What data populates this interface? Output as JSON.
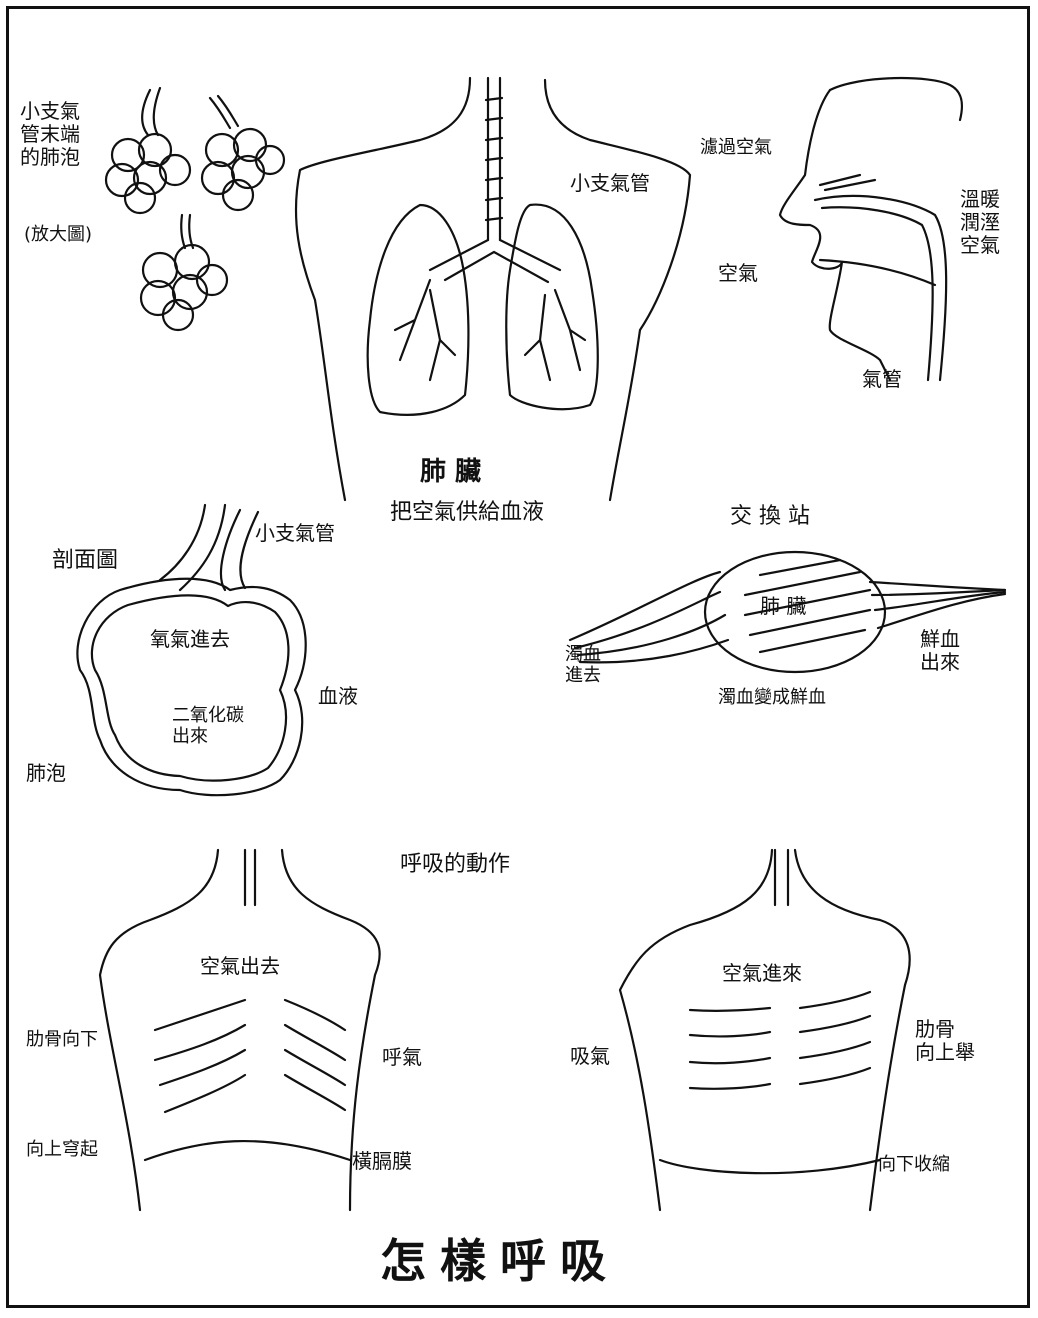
{
  "title": "怎樣呼吸",
  "alveoli_panel": {
    "caption_lines": [
      "小支氣",
      "管末端",
      "的肺泡"
    ],
    "caption_note": "(放大圖)"
  },
  "lungs_panel": {
    "bronchiole_label": "小支氣管",
    "title": "肺 臟",
    "subtitle": "把空氣供給血液"
  },
  "nose_panel": {
    "filter_label": "濾過空氣",
    "air_label": "空氣",
    "warm_lines": [
      "溫暖",
      "潤溼",
      "空氣"
    ],
    "trachea_label": "氣管"
  },
  "cross_section_panel": {
    "title": "剖面圖",
    "bronchiole_label": "小支氣管",
    "oxygen_in_label": "氧氣進去",
    "co2_lines": [
      "二氧化碳",
      "出來"
    ],
    "blood_label": "血液",
    "alveolus_label": "肺泡"
  },
  "exchange_panel": {
    "title": "交 換 站",
    "lung_label": "肺 臟",
    "dirty_in_lines": [
      "濁血",
      "進去"
    ],
    "fresh_out_lines": [
      "鮮血",
      "出來"
    ],
    "transform_label": "濁血變成鮮血"
  },
  "breathing_panel": {
    "title": "呼吸的動作",
    "exhale": {
      "air_out_label": "空氣出去",
      "ribs_down_label": "肋骨向下",
      "exhale_label": "呼氣",
      "arch_up_label": "向上穹起",
      "diaphragm_label": "橫膈膜"
    },
    "inhale": {
      "air_in_label": "空氣進來",
      "inhale_label": "吸氣",
      "ribs_up_lines": [
        "肋骨",
        "向上舉"
      ],
      "contract_down_label": "向下收縮"
    }
  }
}
